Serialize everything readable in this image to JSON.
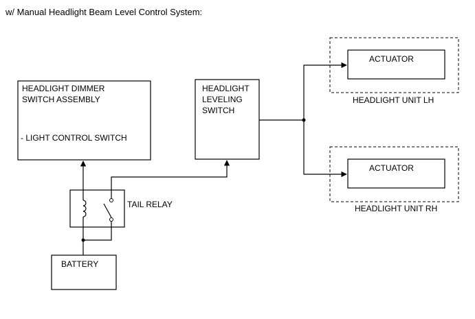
{
  "title": "w/ Manual Headlight Beam Level Control System:",
  "dimmer_switch": {
    "line1": "HEADLIGHT DIMMER",
    "line2": "SWITCH ASSEMBLY",
    "sub": "- LIGHT CONTROL SWITCH"
  },
  "leveling_switch": {
    "line1": "HEADLIGHT",
    "line2": "LEVELING",
    "line3": "SWITCH"
  },
  "tail_relay": "TAIL RELAY",
  "battery": "BATTERY",
  "actuator_lh": "ACTUATOR",
  "actuator_rh": "ACTUATOR",
  "unit_lh": "HEADLIGHT UNIT LH",
  "unit_rh": "HEADLIGHT UNIT RH"
}
